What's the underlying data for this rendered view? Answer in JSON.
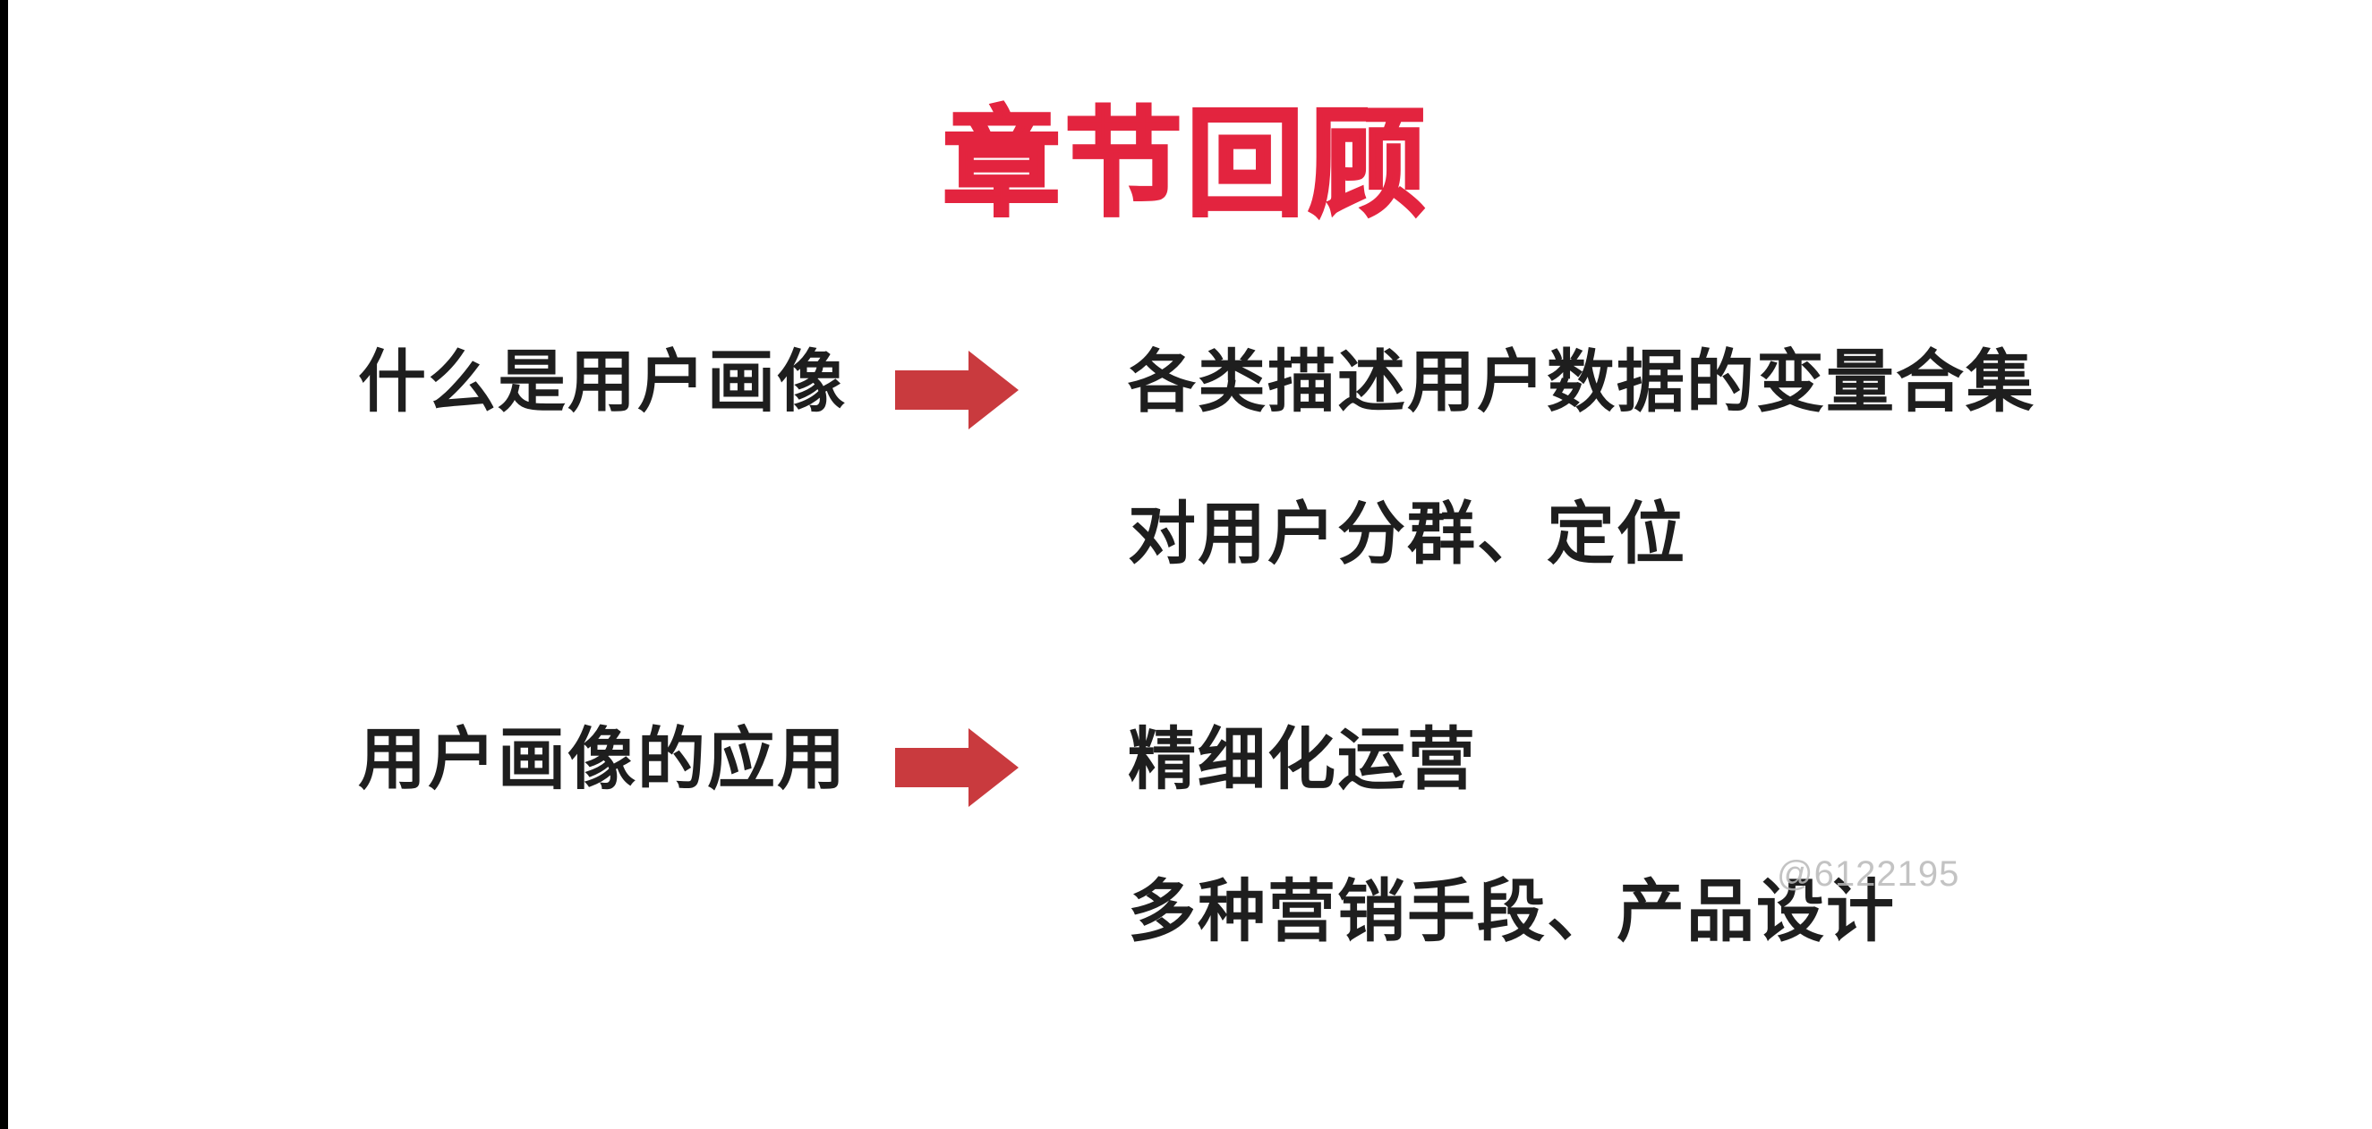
{
  "slide": {
    "title": "章节回顾",
    "background_color": "#ffffff",
    "title_color": "#e3243f",
    "text_color": "#1e1e1e",
    "arrow_color": "#c93a3e",
    "left_edge_bar_color": "#000000"
  },
  "rows": [
    {
      "label": "什么是用户画像",
      "arrow_icon": "right-arrow-icon",
      "content": [
        "各类描述用户数据的变量合集",
        "对用户分群、定位"
      ]
    },
    {
      "label": "用户画像的应用",
      "arrow_icon": "right-arrow-icon",
      "content": [
        "精细化运营",
        "多种营销手段、产品设计"
      ]
    }
  ],
  "watermark": {
    "text": "@6122195",
    "color": "#b9b9b9"
  }
}
